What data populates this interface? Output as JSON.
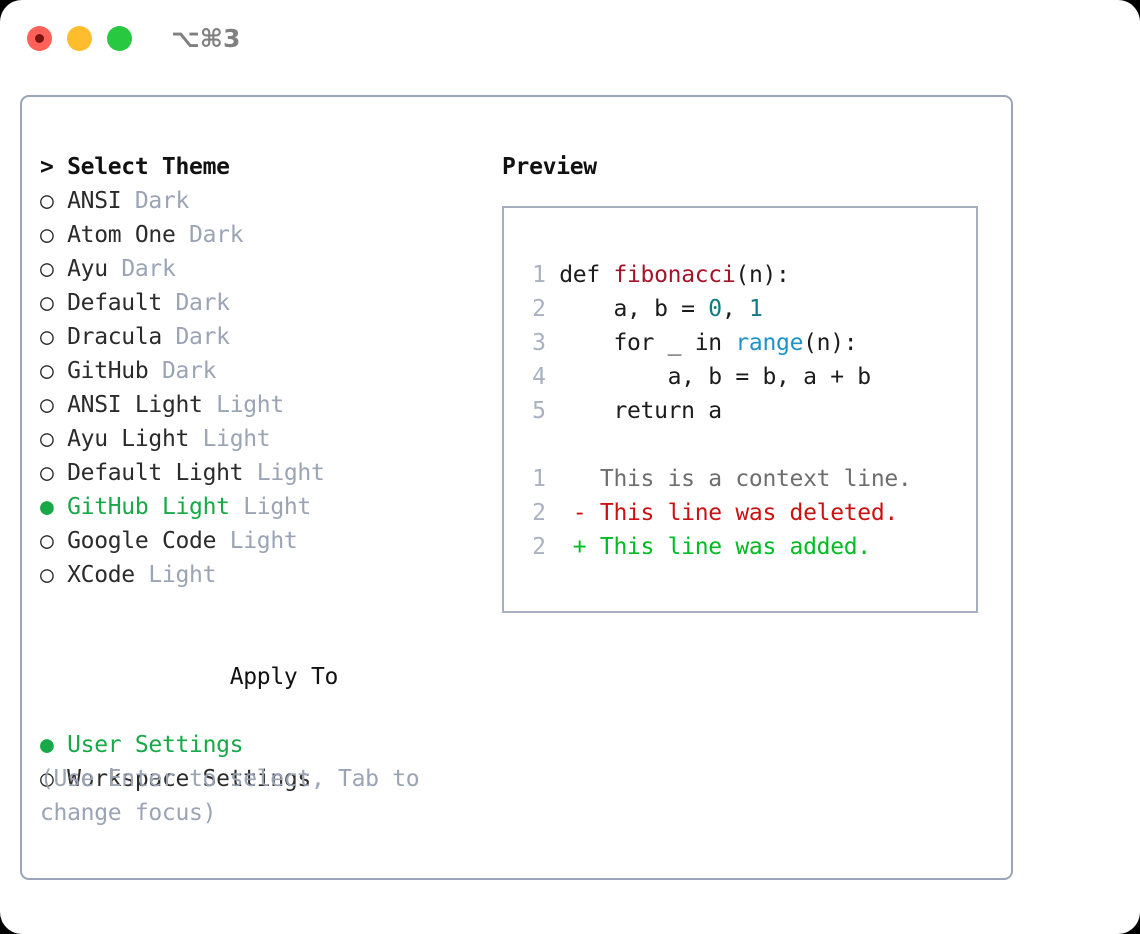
{
  "window": {
    "shortcut_label": "⌥⌘3",
    "traffic_lights": [
      {
        "name": "close",
        "color": "#ff6159"
      },
      {
        "name": "minimize",
        "color": "#ffbd2e"
      },
      {
        "name": "maximize",
        "color": "#28c840"
      }
    ]
  },
  "theme_picker": {
    "heading": "> Select Theme",
    "marker_selected": "●",
    "marker_unselected": "○",
    "accent_color": "#17a948",
    "muted_color": "#9aa4b4",
    "options": [
      {
        "label": "ANSI",
        "tag": "Dark",
        "selected": false
      },
      {
        "label": "Atom One",
        "tag": "Dark",
        "selected": false
      },
      {
        "label": "Ayu",
        "tag": "Dark",
        "selected": false
      },
      {
        "label": "Default",
        "tag": "Dark",
        "selected": false
      },
      {
        "label": "Dracula",
        "tag": "Dark",
        "selected": false
      },
      {
        "label": "GitHub",
        "tag": "Dark",
        "selected": false
      },
      {
        "label": "ANSI Light",
        "tag": "Light",
        "selected": false
      },
      {
        "label": "Ayu Light",
        "tag": "Light",
        "selected": false
      },
      {
        "label": "Default Light",
        "tag": "Light",
        "selected": false
      },
      {
        "label": "GitHub Light",
        "tag": "Light",
        "selected": true
      },
      {
        "label": "Google Code",
        "tag": "Light",
        "selected": false
      },
      {
        "label": "XCode",
        "tag": "Light",
        "selected": false
      }
    ]
  },
  "apply_to": {
    "heading": "Apply To",
    "options": [
      {
        "label": "User Settings",
        "selected": true
      },
      {
        "label": "Workspace Settings",
        "selected": false
      }
    ]
  },
  "hint": {
    "text": "(Use Enter to select, Tab to change focus)"
  },
  "preview": {
    "title": "Preview",
    "code_lines": [
      {
        "num": "1",
        "segments": [
          {
            "text": "def ",
            "kind": "plain"
          },
          {
            "text": "fibonacci",
            "kind": "function"
          },
          {
            "text": "(n):",
            "kind": "plain"
          }
        ]
      },
      {
        "num": "2",
        "segments": [
          {
            "text": "    a, b = ",
            "kind": "plain"
          },
          {
            "text": "0",
            "kind": "number"
          },
          {
            "text": ", ",
            "kind": "plain"
          },
          {
            "text": "1",
            "kind": "number"
          }
        ]
      },
      {
        "num": "3",
        "segments": [
          {
            "text": "    for _ in ",
            "kind": "plain"
          },
          {
            "text": "range",
            "kind": "builtin"
          },
          {
            "text": "(n):",
            "kind": "plain"
          }
        ]
      },
      {
        "num": "4",
        "segments": [
          {
            "text": "        a, b = b, a + b",
            "kind": "plain"
          }
        ]
      },
      {
        "num": "5",
        "segments": [
          {
            "text": "    return a",
            "kind": "plain"
          }
        ]
      }
    ],
    "diff_lines": [
      {
        "num": "1",
        "sign": " ",
        "text": "This is a context line.",
        "kind": "context"
      },
      {
        "num": "2",
        "sign": "-",
        "text": "This line was deleted.",
        "kind": "deleted"
      },
      {
        "num": "2",
        "sign": "+",
        "text": "This line was added.",
        "kind": "added"
      }
    ],
    "colors": {
      "function": "#a3152a",
      "number": "#0f7a84",
      "builtin": "#1f93c9",
      "context": "#6e6e6e",
      "deleted": "#cc1111",
      "added": "#00bb22",
      "gutter": "#a8b2c0"
    }
  }
}
